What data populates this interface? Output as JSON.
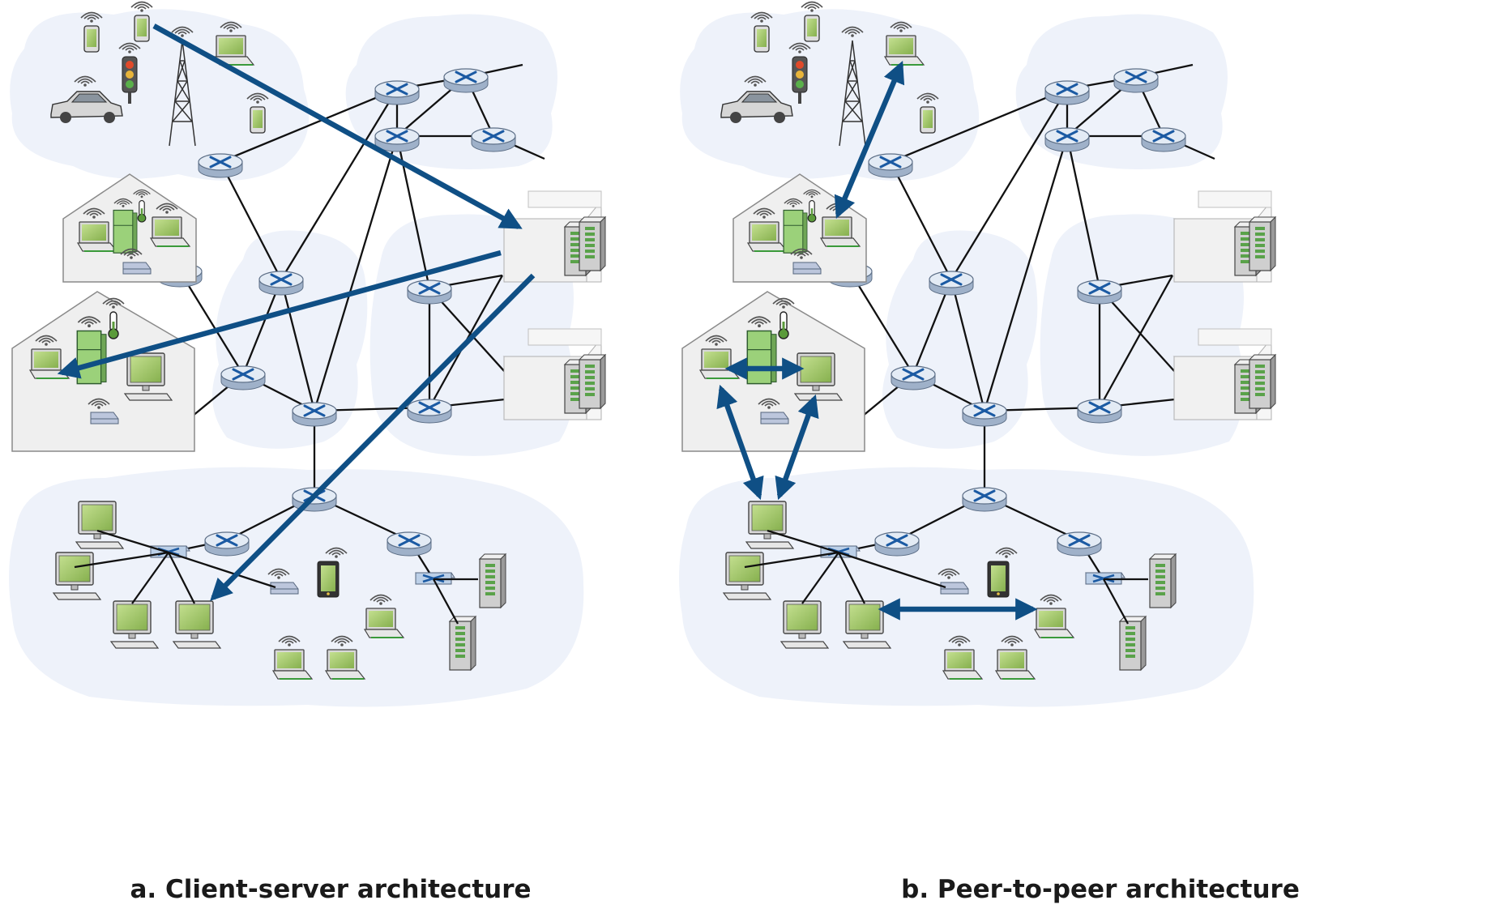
{
  "panels": [
    {
      "id": "a",
      "caption": "a. Client-server architecture"
    },
    {
      "id": "b",
      "caption": "b. Peer-to-peer architecture"
    }
  ],
  "colors": {
    "cloud": "#eef2fa",
    "arrow": "#0f4f85",
    "router_top": "#e3ebf5",
    "router_side": "#9fb1c9",
    "router_x": "#1b5aa3",
    "screen": "#a9cc70",
    "device_case": "#e8e8e8",
    "house": "#efefef",
    "link": "#111111"
  },
  "icons": [
    "router-icon",
    "switch-icon",
    "server-rack-icon",
    "desktop-icon",
    "laptop-icon",
    "smartphone-icon",
    "tablet-icon",
    "car-icon",
    "traffic-light-icon",
    "cell-tower-icon",
    "refrigerator-icon",
    "thermometer-icon",
    "modem-icon",
    "wifi-signal-icon",
    "house-icon",
    "data-center-icon"
  ]
}
